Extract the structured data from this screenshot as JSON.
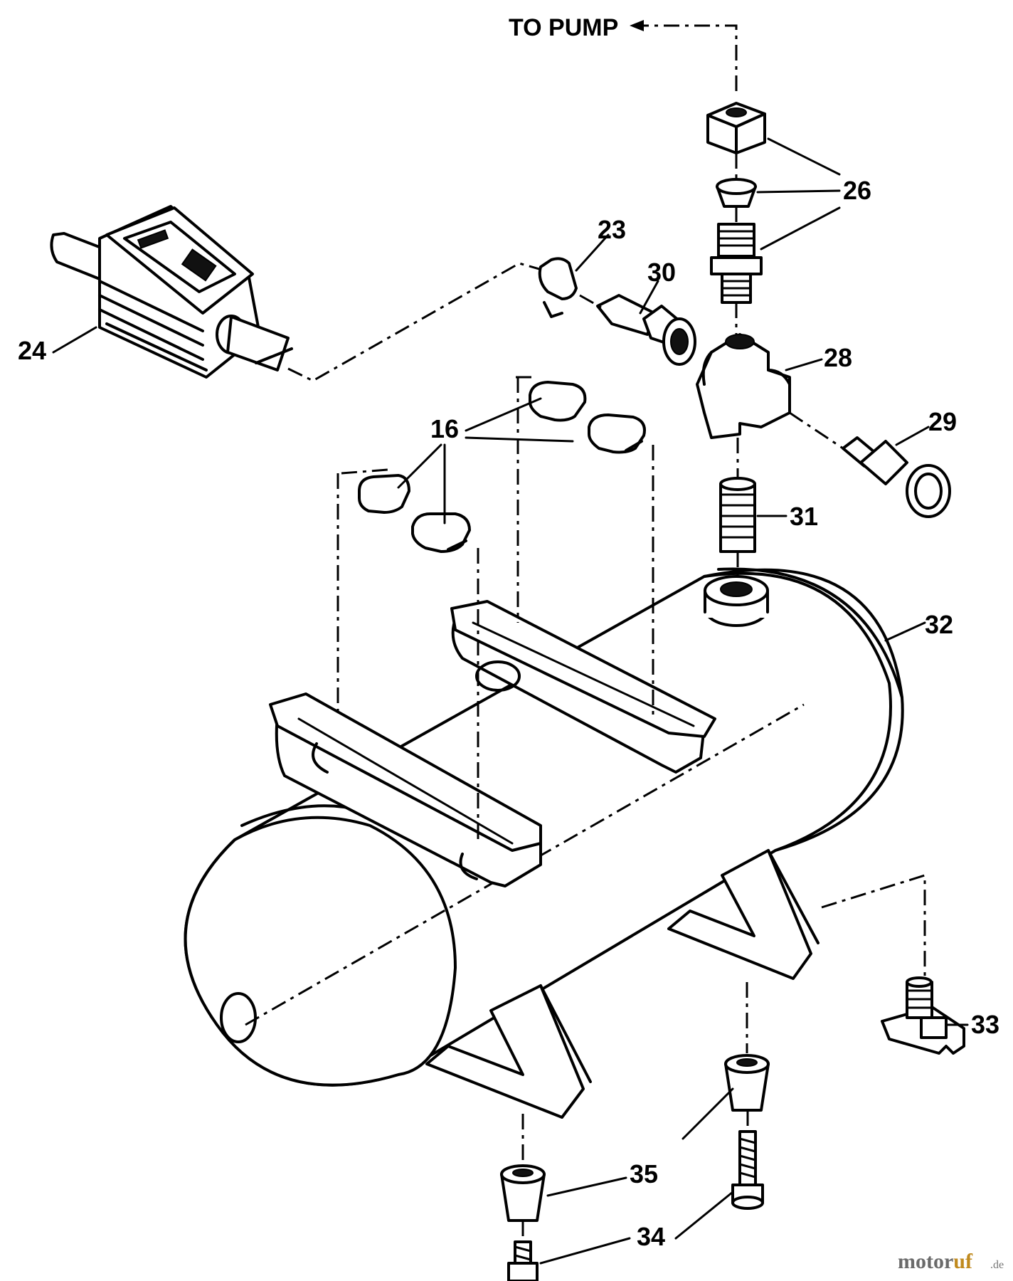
{
  "diagram": {
    "header_label": "TO PUMP",
    "part_labels": {
      "p16": "16",
      "p23": "23",
      "p24": "24",
      "p26": "26",
      "p28": "28",
      "p29": "29",
      "p30": "30",
      "p31": "31",
      "p32": "32",
      "p33": "33",
      "p34": "34",
      "p35": "35"
    }
  },
  "watermark": {
    "brand_part1": "motor",
    "brand_part2": "uf",
    "suffix": ".de",
    "colors": {
      "motor": "#6a6a6a",
      "uf": "#c08a1e"
    }
  }
}
